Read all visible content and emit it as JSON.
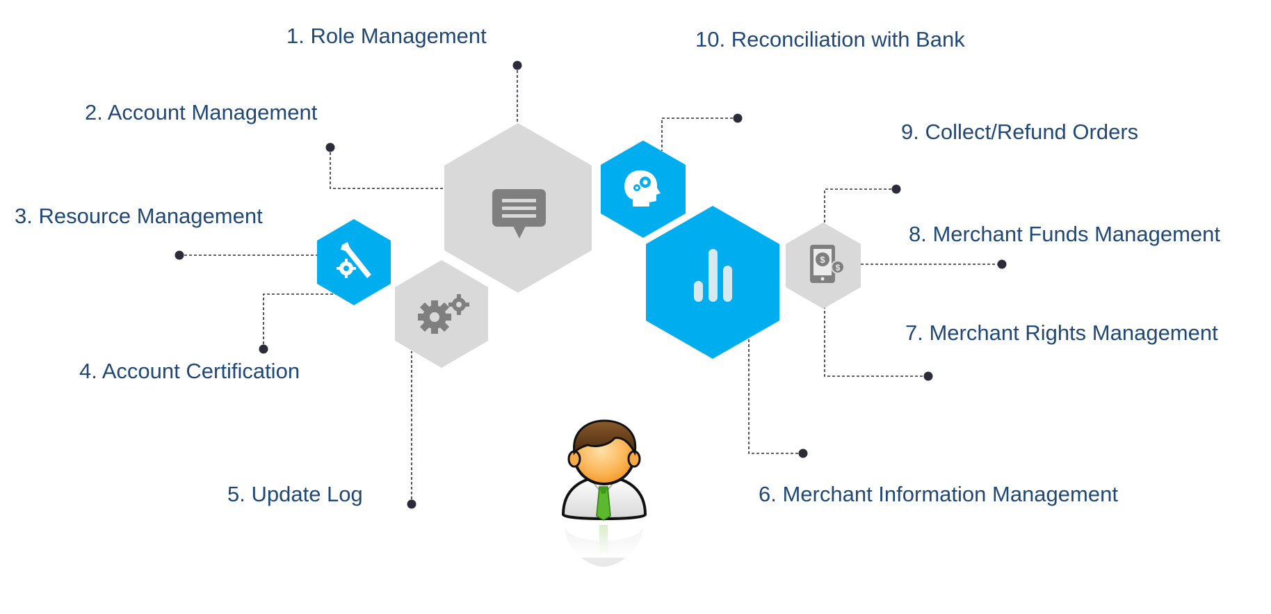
{
  "labels": {
    "role_management": "1. Role Management",
    "account_management": "2. Account Management",
    "resource_management": "3. Resource Management",
    "account_certification": "4. Account Certification",
    "update_log": "5. Update Log",
    "merchant_information_management": "6. Merchant Information Management",
    "merchant_rights_management": "7. Merchant Rights Management",
    "merchant_funds_management": "8. Merchant Funds Management",
    "collect_refund_orders": "9. Collect/Refund Orders",
    "reconciliation_with_bank": "10. Reconciliation with Bank"
  },
  "colors": {
    "label_text": "#1f4876",
    "accent_blue": "#00aeef",
    "hex_gray": "#d9d9d9",
    "icon_gray": "#7f7f7f",
    "connector": "#2b2b3a"
  },
  "icons": [
    "chat-bubble-icon",
    "tools-icon",
    "gears-icon",
    "head-gears-icon",
    "bar-chart-icon",
    "mobile-money-icon",
    "user-avatar-icon"
  ]
}
